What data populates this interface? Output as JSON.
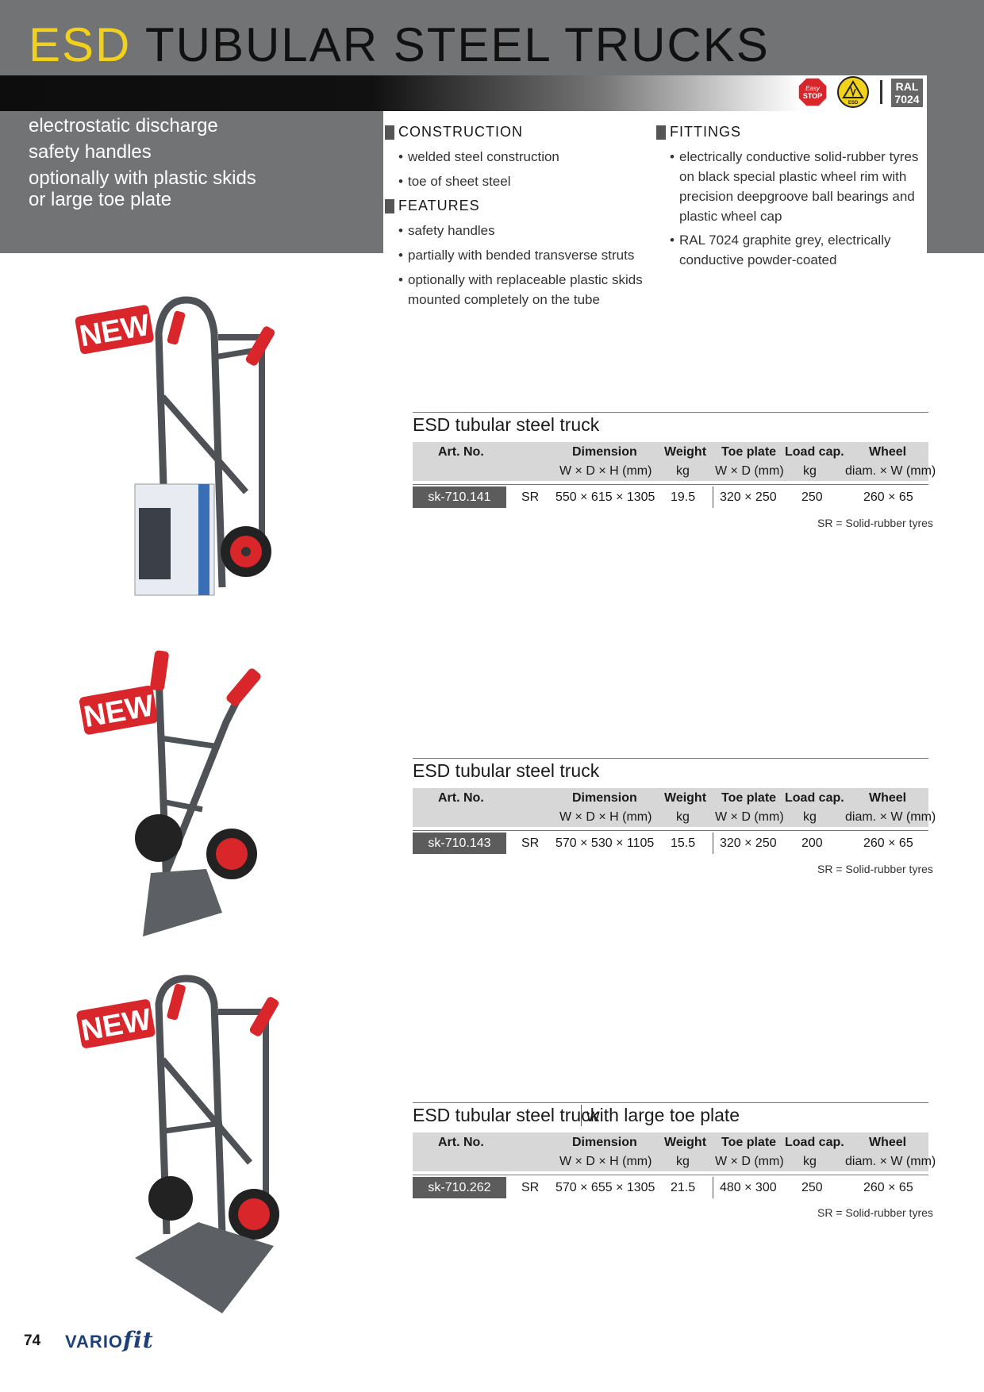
{
  "header": {
    "title_highlight": "ESD",
    "title_rest": "TUBULAR STEEL TRUCKS",
    "taglines": [
      "electrostatic discharge",
      "safety handles",
      "optionally with plastic skids",
      "or large toe plate"
    ],
    "badges": {
      "easy_stop": "Easy STOP",
      "esd": "ESD",
      "ral_line1": "RAL",
      "ral_line2": "7024"
    }
  },
  "specs": {
    "construction": {
      "heading": "CONSTRUCTION",
      "items": [
        "welded steel construction",
        "toe of sheet steel"
      ]
    },
    "features": {
      "heading": "FEATURES",
      "items": [
        "safety handles",
        "partially with bended transverse struts",
        "optionally with replaceable plastic skids",
        "mounted completely on the tube"
      ]
    },
    "fittings": {
      "heading": "FITTINGS",
      "items": [
        "electrically conductive solid-rubber tyres",
        "on black special plastic wheel rim with",
        "precision deepgroove ball bearings and",
        "plastic wheel cap",
        "RAL 7024 graphite grey, electrically",
        "conductive powder-coated"
      ]
    }
  },
  "new_badge": "NEW",
  "table_headers": {
    "art_no": "Art. No.",
    "dimension": "Dimension",
    "dimension_unit": "W × D × H (mm)",
    "weight": "Weight",
    "weight_unit": "kg",
    "toe_plate": "Toe plate",
    "toe_plate_unit": "W × D (mm)",
    "load_cap": "Load cap.",
    "load_cap_unit": "kg",
    "wheel": "Wheel",
    "wheel_unit": "diam. × W (mm)"
  },
  "products": [
    {
      "title": "ESD tubular steel truck",
      "subtitle": "",
      "art_no": "sk-710.141",
      "tyre": "SR",
      "dimension": "550 × 615 × 1305",
      "weight": "19.5",
      "toe_plate": "320 × 250",
      "load_cap": "250",
      "wheel": "260 × 65",
      "note": "SR = Solid-rubber tyres"
    },
    {
      "title": "ESD tubular steel truck",
      "subtitle": "",
      "art_no": "sk-710.143",
      "tyre": "SR",
      "dimension": "570 × 530 × 1105",
      "weight": "15.5",
      "toe_plate": "320 × 250",
      "load_cap": "200",
      "wheel": "260 × 65",
      "note": "SR = Solid-rubber tyres"
    },
    {
      "title": "ESD tubular steel truck",
      "subtitle": "with large toe plate",
      "art_no": "sk-710.262",
      "tyre": "SR",
      "dimension": "570 × 655 × 1305",
      "weight": "21.5",
      "toe_plate": "480 × 300",
      "load_cap": "250",
      "wheel": "260 × 65",
      "note": "SR = Solid-rubber tyres"
    }
  ],
  "footer": {
    "page_number": "74",
    "logo_vario": "VARIO",
    "logo_fit": "fit"
  },
  "colors": {
    "accent_yellow": "#f2d11c",
    "header_grey": "#727374",
    "handle_red": "#d9262b",
    "frame_grey": "#4e5155",
    "logo_blue": "#1d3f7a"
  }
}
